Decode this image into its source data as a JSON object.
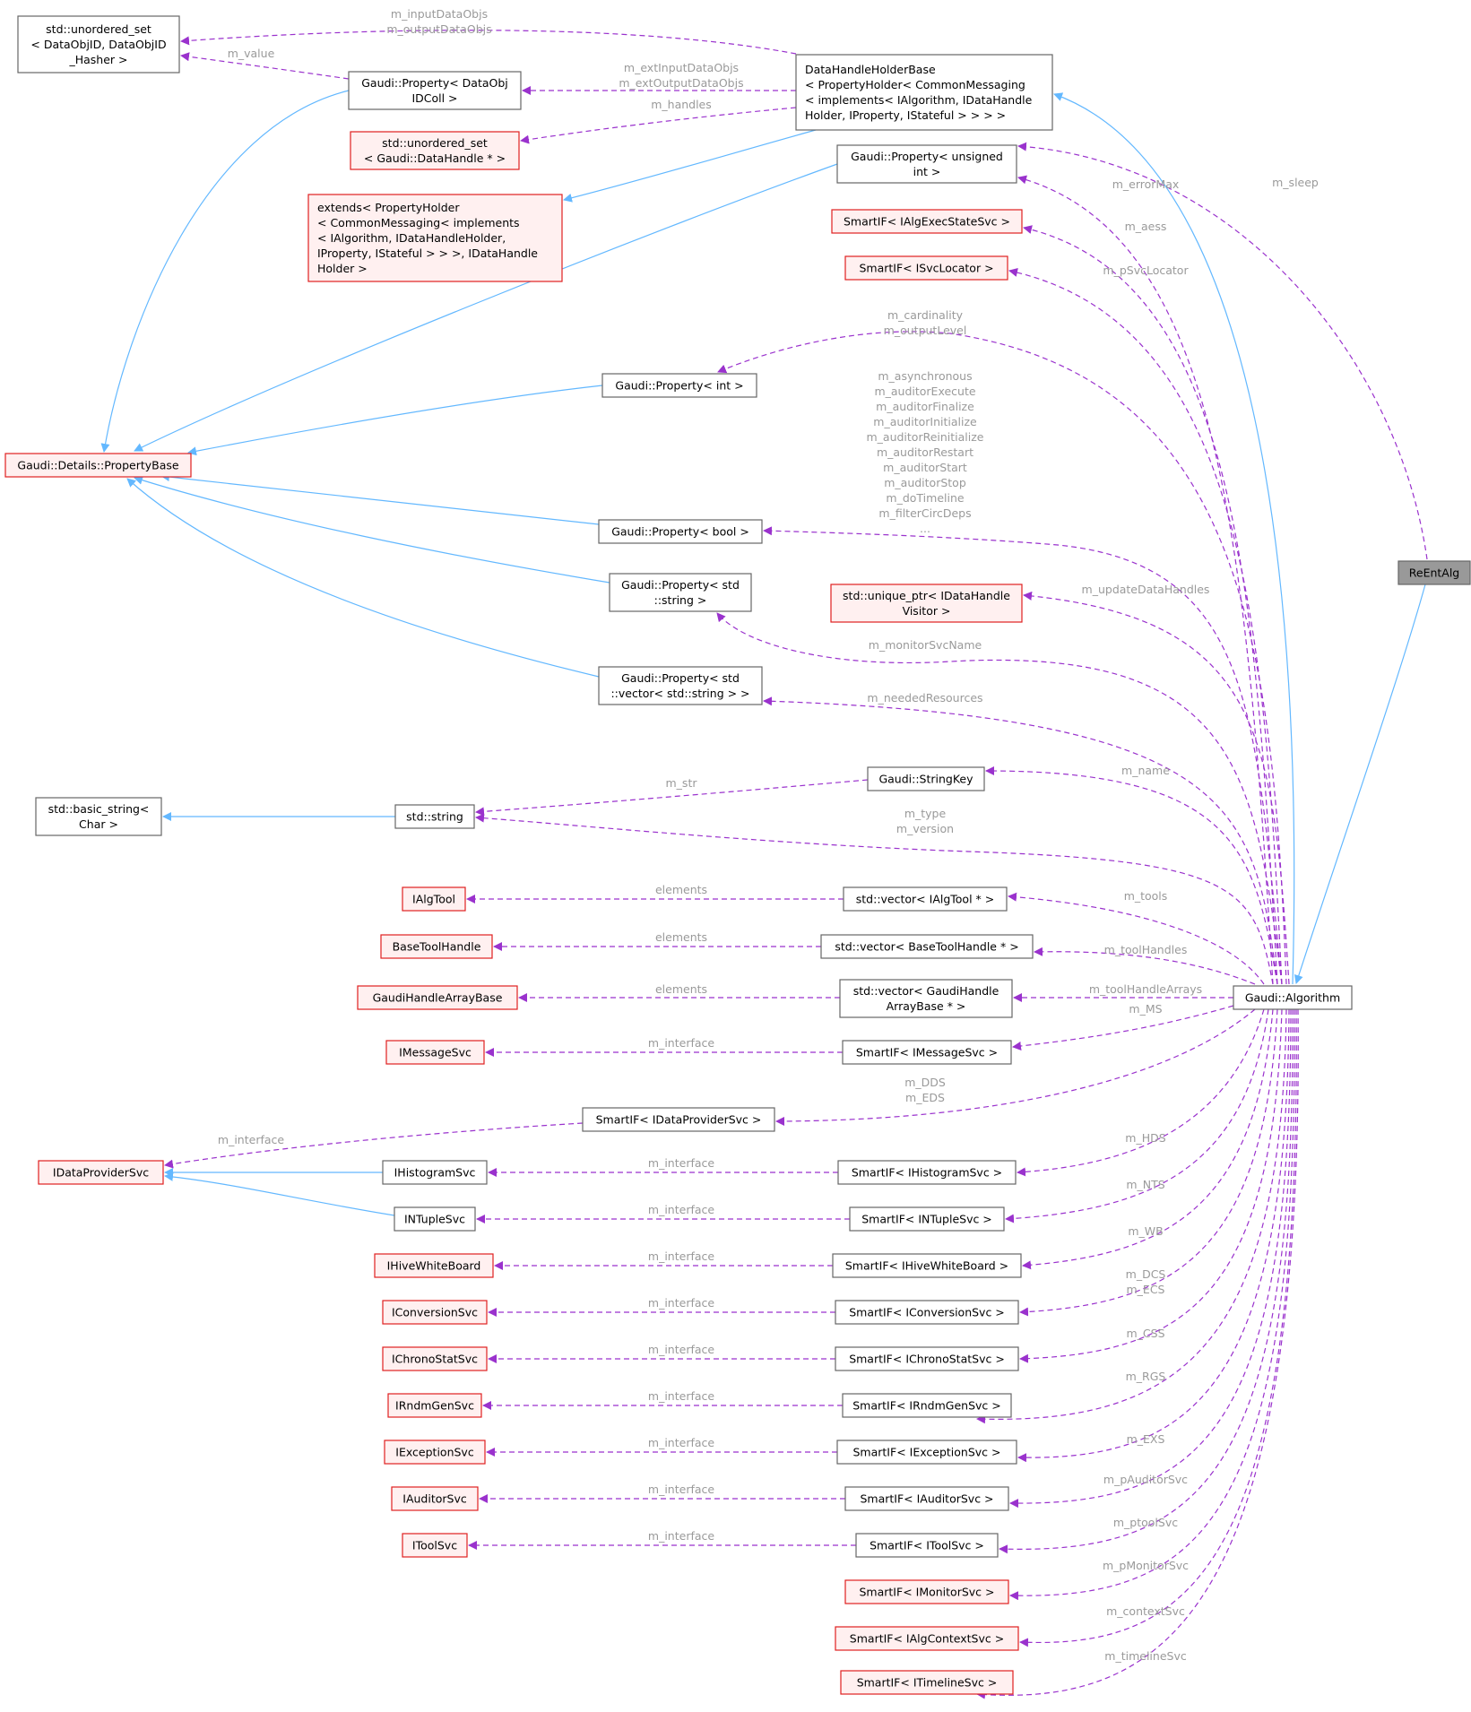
{
  "nodes": [
    {
      "id": "dataobjid_set",
      "kind": "plain",
      "lines": [
        "std::unordered_set",
        "< DataObjID, DataObjID",
        "_Hasher >"
      ]
    },
    {
      "id": "prop_dataobjidcoll",
      "kind": "plain",
      "lines": [
        "Gaudi::Property< DataObj",
        "IDColl >"
      ]
    },
    {
      "id": "datahandleholderbase",
      "kind": "plain",
      "lines": [
        "DataHandleHolderBase",
        "< PropertyHolder< CommonMessaging",
        "< implements< IAlgorithm, IDataHandle",
        "Holder, IProperty, IStateful > > > >"
      ]
    },
    {
      "id": "datahandle_set",
      "kind": "red",
      "lines": [
        "std::unordered_set",
        "< Gaudi::DataHandle * >"
      ]
    },
    {
      "id": "extends_ph",
      "kind": "red",
      "lines": [
        "extends< PropertyHolder",
        "< CommonMessaging< implements",
        "< IAlgorithm, IDataHandleHolder,",
        "IProperty, IStateful > > >, IDataHandle",
        "Holder >"
      ]
    },
    {
      "id": "prop_unsigned",
      "kind": "plain",
      "lines": [
        "Gaudi::Property< unsigned",
        "int >"
      ]
    },
    {
      "id": "smartif_algexec",
      "kind": "red",
      "lines": [
        "SmartIF< IAlgExecStateSvc >"
      ]
    },
    {
      "id": "smartif_svclocator",
      "kind": "red",
      "lines": [
        "SmartIF< ISvcLocator >"
      ]
    },
    {
      "id": "propertybase",
      "kind": "red",
      "lines": [
        "Gaudi::Details::PropertyBase"
      ]
    },
    {
      "id": "prop_int",
      "kind": "plain",
      "lines": [
        "Gaudi::Property< int >"
      ]
    },
    {
      "id": "prop_bool",
      "kind": "plain",
      "lines": [
        "Gaudi::Property< bool >"
      ]
    },
    {
      "id": "prop_string",
      "kind": "plain",
      "lines": [
        "Gaudi::Property< std",
        "::string >"
      ]
    },
    {
      "id": "uniqueptr_visitor",
      "kind": "red",
      "lines": [
        "std::unique_ptr< IDataHandle",
        "Visitor >"
      ]
    },
    {
      "id": "prop_vecstring",
      "kind": "plain",
      "lines": [
        "Gaudi::Property< std",
        "::vector< std::string > >"
      ]
    },
    {
      "id": "reentalg",
      "kind": "focus",
      "lines": [
        "ReEntAlg"
      ]
    },
    {
      "id": "stringkey",
      "kind": "plain",
      "lines": [
        "Gaudi::StringKey"
      ]
    },
    {
      "id": "basic_string",
      "kind": "plain",
      "lines": [
        "std::basic_string<",
        "Char >"
      ]
    },
    {
      "id": "std_string",
      "kind": "plain",
      "lines": [
        "std::string"
      ]
    },
    {
      "id": "ialgtool",
      "kind": "red",
      "lines": [
        "IAlgTool"
      ]
    },
    {
      "id": "vec_ialgtool",
      "kind": "plain",
      "lines": [
        "std::vector< IAlgTool * >"
      ]
    },
    {
      "id": "basetoolhandle",
      "kind": "red",
      "lines": [
        "BaseToolHandle"
      ]
    },
    {
      "id": "vec_basetoolhandle",
      "kind": "plain",
      "lines": [
        "std::vector< BaseToolHandle * >"
      ]
    },
    {
      "id": "gaudihandlearraybase",
      "kind": "red",
      "lines": [
        "GaudiHandleArrayBase"
      ]
    },
    {
      "id": "vec_gaudihandlearray",
      "kind": "plain",
      "lines": [
        "std::vector< GaudiHandle",
        "ArrayBase * >"
      ]
    },
    {
      "id": "algorithm",
      "kind": "plain",
      "lines": [
        "Gaudi::Algorithm"
      ]
    },
    {
      "id": "imessagesvc",
      "kind": "red",
      "lines": [
        "IMessageSvc"
      ]
    },
    {
      "id": "smartif_messagesvc",
      "kind": "plain",
      "lines": [
        "SmartIF< IMessageSvc >"
      ]
    },
    {
      "id": "smartif_dataprovidersvc",
      "kind": "plain",
      "lines": [
        "SmartIF< IDataProviderSvc >"
      ]
    },
    {
      "id": "idataprovidersvc",
      "kind": "red",
      "lines": [
        "IDataProviderSvc"
      ]
    },
    {
      "id": "ihistogramsvc",
      "kind": "plain",
      "lines": [
        "IHistogramSvc"
      ]
    },
    {
      "id": "smartif_histogramsvc",
      "kind": "plain",
      "lines": [
        "SmartIF< IHistogramSvc >"
      ]
    },
    {
      "id": "intuplesvc",
      "kind": "plain",
      "lines": [
        "INTupleSvc"
      ]
    },
    {
      "id": "smartif_ntuplesvc",
      "kind": "plain",
      "lines": [
        "SmartIF< INTupleSvc >"
      ]
    },
    {
      "id": "ihivewhiteboard",
      "kind": "red",
      "lines": [
        "IHiveWhiteBoard"
      ]
    },
    {
      "id": "smartif_hivewhiteboard",
      "kind": "plain",
      "lines": [
        "SmartIF< IHiveWhiteBoard >"
      ]
    },
    {
      "id": "iconversionsvc",
      "kind": "red",
      "lines": [
        "IConversionSvc"
      ]
    },
    {
      "id": "smartif_conversionsvc",
      "kind": "plain",
      "lines": [
        "SmartIF< IConversionSvc >"
      ]
    },
    {
      "id": "ichronostatsvc",
      "kind": "red",
      "lines": [
        "IChronoStatSvc"
      ]
    },
    {
      "id": "smartif_chronostatsvc",
      "kind": "plain",
      "lines": [
        "SmartIF< IChronoStatSvc >"
      ]
    },
    {
      "id": "irndmgensvc",
      "kind": "red",
      "lines": [
        "IRndmGenSvc"
      ]
    },
    {
      "id": "smartif_rndmgensvc",
      "kind": "plain",
      "lines": [
        "SmartIF< IRndmGenSvc >"
      ]
    },
    {
      "id": "iexceptionsvc",
      "kind": "red",
      "lines": [
        "IExceptionSvc"
      ]
    },
    {
      "id": "smartif_exceptionsvc",
      "kind": "plain",
      "lines": [
        "SmartIF< IExceptionSvc >"
      ]
    },
    {
      "id": "iauditorsvc",
      "kind": "red",
      "lines": [
        "IAuditorSvc"
      ]
    },
    {
      "id": "smartif_auditorsvc",
      "kind": "plain",
      "lines": [
        "SmartIF< IAuditorSvc >"
      ]
    },
    {
      "id": "itoolsvc",
      "kind": "red",
      "lines": [
        "IToolSvc"
      ]
    },
    {
      "id": "smartif_toolsvc",
      "kind": "plain",
      "lines": [
        "SmartIF< IToolSvc >"
      ]
    },
    {
      "id": "smartif_monitorsvc",
      "kind": "red",
      "lines": [
        "SmartIF< IMonitorSvc >"
      ]
    },
    {
      "id": "smartif_algcontextsvc",
      "kind": "red",
      "lines": [
        "SmartIF< IAlgContextSvc >"
      ]
    },
    {
      "id": "smartif_timelinesvc",
      "kind": "red",
      "lines": [
        "SmartIF< ITimelineSvc >"
      ]
    }
  ],
  "edges": [
    {
      "id": "e_pbase_coll",
      "kind": "inherit",
      "from": "prop_dataobjidcoll",
      "to": "propertybase",
      "label": []
    },
    {
      "id": "e_pbase_unsigned",
      "kind": "inherit",
      "from": "prop_unsigned",
      "to": "propertybase",
      "label": []
    },
    {
      "id": "e_pbase_int",
      "kind": "inherit",
      "from": "prop_int",
      "to": "propertybase",
      "label": []
    },
    {
      "id": "e_pbase_bool",
      "kind": "inherit",
      "from": "prop_bool",
      "to": "propertybase",
      "label": []
    },
    {
      "id": "e_pbase_string",
      "kind": "inherit",
      "from": "prop_string",
      "to": "propertybase",
      "label": []
    },
    {
      "id": "e_pbase_vecstring",
      "kind": "inherit",
      "from": "prop_vecstring",
      "to": "propertybase",
      "label": []
    },
    {
      "id": "e_extends_dhhb",
      "kind": "inherit",
      "from": "datahandleholderbase",
      "to": "extends_ph",
      "label": []
    },
    {
      "id": "e_dhhb_alg",
      "kind": "inherit",
      "from": "algorithm",
      "to": "datahandleholderbase",
      "label": []
    },
    {
      "id": "e_alg_reent",
      "kind": "inherit",
      "from": "reentalg",
      "to": "algorithm",
      "label": []
    },
    {
      "id": "e_bstr_str",
      "kind": "inherit",
      "from": "std_string",
      "to": "basic_string",
      "label": []
    },
    {
      "id": "e_dps_hist",
      "kind": "inherit",
      "from": "ihistogramsvc",
      "to": "idataprovidersvc",
      "label": []
    },
    {
      "id": "e_dps_ntuple",
      "kind": "inherit",
      "from": "intuplesvc",
      "to": "idataprovidersvc",
      "label": []
    },
    {
      "id": "u_dhhb_set",
      "kind": "use",
      "from": "datahandleholderbase",
      "to": "dataobjid_set",
      "label": [
        "m_inputDataObjs",
        "m_outputDataObjs"
      ]
    },
    {
      "id": "u_coll_set",
      "kind": "use",
      "from": "prop_dataobjidcoll",
      "to": "dataobjid_set",
      "label": [
        "m_value"
      ]
    },
    {
      "id": "u_dhhb_coll",
      "kind": "use",
      "from": "datahandleholderbase",
      "to": "prop_dataobjidcoll",
      "label": [
        "m_extInputDataObjs",
        "m_extOutputDataObjs"
      ]
    },
    {
      "id": "u_dhhb_handles",
      "kind": "use",
      "from": "datahandleholderbase",
      "to": "datahandle_set",
      "label": [
        "m_handles"
      ]
    },
    {
      "id": "u_reent_sleep",
      "kind": "use",
      "from": "reentalg",
      "to": "prop_unsigned",
      "label": [
        "m_sleep"
      ]
    },
    {
      "id": "u_alg_errormax",
      "kind": "use",
      "from": "algorithm",
      "to": "prop_unsigned",
      "label": [
        "m_errorMax"
      ]
    },
    {
      "id": "u_alg_aess",
      "kind": "use",
      "from": "algorithm",
      "to": "smartif_algexec",
      "label": [
        "m_aess"
      ]
    },
    {
      "id": "u_alg_svcloc",
      "kind": "use",
      "from": "algorithm",
      "to": "smartif_svclocator",
      "label": [
        "m_pSvcLocator"
      ]
    },
    {
      "id": "u_alg_int",
      "kind": "use",
      "from": "algorithm",
      "to": "prop_int",
      "label": [
        "m_cardinality",
        "m_outputLevel"
      ]
    },
    {
      "id": "u_alg_bool",
      "kind": "use",
      "from": "algorithm",
      "to": "prop_bool",
      "label": [
        "m_asynchronous",
        "m_auditorExecute",
        "m_auditorFinalize",
        "m_auditorInitialize",
        "m_auditorReinitialize",
        "m_auditorRestart",
        "m_auditorStart",
        "m_auditorStop",
        "m_doTimeline",
        "m_filterCircDeps",
        "..."
      ]
    },
    {
      "id": "u_alg_visitor",
      "kind": "use",
      "from": "algorithm",
      "to": "uniqueptr_visitor",
      "label": [
        "m_updateDataHandles"
      ]
    },
    {
      "id": "u_alg_string",
      "kind": "use",
      "from": "algorithm",
      "to": "prop_string",
      "label": [
        "m_monitorSvcName"
      ]
    },
    {
      "id": "u_alg_vecstring",
      "kind": "use",
      "from": "algorithm",
      "to": "prop_vecstring",
      "label": [
        "m_neededResources"
      ]
    },
    {
      "id": "u_alg_name",
      "kind": "use",
      "from": "algorithm",
      "to": "stringkey",
      "label": [
        "m_name"
      ]
    },
    {
      "id": "u_sk_str",
      "kind": "use",
      "from": "stringkey",
      "to": "std_string",
      "label": [
        "m_str"
      ]
    },
    {
      "id": "u_alg_type",
      "kind": "use",
      "from": "algorithm",
      "to": "std_string",
      "label": [
        "m_type",
        "m_version"
      ]
    },
    {
      "id": "u_vat_ialgtool",
      "kind": "use",
      "from": "vec_ialgtool",
      "to": "ialgtool",
      "label": [
        "elements"
      ]
    },
    {
      "id": "u_alg_tools",
      "kind": "use",
      "from": "algorithm",
      "to": "vec_ialgtool",
      "label": [
        "m_tools"
      ]
    },
    {
      "id": "u_vbth_bth",
      "kind": "use",
      "from": "vec_basetoolhandle",
      "to": "basetoolhandle",
      "label": [
        "elements"
      ]
    },
    {
      "id": "u_alg_toolhandles",
      "kind": "use",
      "from": "algorithm",
      "to": "vec_basetoolhandle",
      "label": [
        "m_toolHandles"
      ]
    },
    {
      "id": "u_vgha_gha",
      "kind": "use",
      "from": "vec_gaudihandlearray",
      "to": "gaudihandlearraybase",
      "label": [
        "elements"
      ]
    },
    {
      "id": "u_alg_tharrays",
      "kind": "use",
      "from": "algorithm",
      "to": "vec_gaudihandlearray",
      "label": [
        "m_toolHandleArrays"
      ]
    },
    {
      "id": "u_sms_ims",
      "kind": "use",
      "from": "smartif_messagesvc",
      "to": "imessagesvc",
      "label": [
        "m_interface"
      ]
    },
    {
      "id": "u_alg_ms",
      "kind": "use",
      "from": "algorithm",
      "to": "smartif_messagesvc",
      "label": [
        "m_MS"
      ]
    },
    {
      "id": "u_sdps_idps",
      "kind": "use",
      "from": "smartif_dataprovidersvc",
      "to": "idataprovidersvc",
      "label": [
        "m_interface"
      ]
    },
    {
      "id": "u_alg_dds",
      "kind": "use",
      "from": "algorithm",
      "to": "smartif_dataprovidersvc",
      "label": [
        "m_DDS",
        "m_EDS"
      ]
    },
    {
      "id": "u_shs_ihs",
      "kind": "use",
      "from": "smartif_histogramsvc",
      "to": "ihistogramsvc",
      "label": [
        "m_interface"
      ]
    },
    {
      "id": "u_alg_hds",
      "kind": "use",
      "from": "algorithm",
      "to": "smartif_histogramsvc",
      "label": [
        "m_HDS"
      ]
    },
    {
      "id": "u_sns_ins",
      "kind": "use",
      "from": "smartif_ntuplesvc",
      "to": "intuplesvc",
      "label": [
        "m_interface"
      ]
    },
    {
      "id": "u_alg_nts",
      "kind": "use",
      "from": "algorithm",
      "to": "smartif_ntuplesvc",
      "label": [
        "m_NTS"
      ]
    },
    {
      "id": "u_swb_iwb",
      "kind": "use",
      "from": "smartif_hivewhiteboard",
      "to": "ihivewhiteboard",
      "label": [
        "m_interface"
      ]
    },
    {
      "id": "u_alg_wb",
      "kind": "use",
      "from": "algorithm",
      "to": "smartif_hivewhiteboard",
      "label": [
        "m_WB"
      ]
    },
    {
      "id": "u_scs_ics",
      "kind": "use",
      "from": "smartif_conversionsvc",
      "to": "iconversionsvc",
      "label": [
        "m_interface"
      ]
    },
    {
      "id": "u_alg_dcs",
      "kind": "use",
      "from": "algorithm",
      "to": "smartif_conversionsvc",
      "label": [
        "m_DCS",
        "m_ECS"
      ]
    },
    {
      "id": "u_scss_icss",
      "kind": "use",
      "from": "smartif_chronostatsvc",
      "to": "ichronostatsvc",
      "label": [
        "m_interface"
      ]
    },
    {
      "id": "u_alg_css",
      "kind": "use",
      "from": "algorithm",
      "to": "smartif_chronostatsvc",
      "label": [
        "m_CSS"
      ]
    },
    {
      "id": "u_srgs_irgs",
      "kind": "use",
      "from": "smartif_rndmgensvc",
      "to": "irndmgensvc",
      "label": [
        "m_interface"
      ]
    },
    {
      "id": "u_alg_rgs",
      "kind": "use",
      "from": "algorithm",
      "to": "smartif_rndmgensvc",
      "label": [
        "m_RGS"
      ]
    },
    {
      "id": "u_ses_ies",
      "kind": "use",
      "from": "smartif_exceptionsvc",
      "to": "iexceptionsvc",
      "label": [
        "m_interface"
      ]
    },
    {
      "id": "u_alg_exs",
      "kind": "use",
      "from": "algorithm",
      "to": "smartif_exceptionsvc",
      "label": [
        "m_EXS"
      ]
    },
    {
      "id": "u_sas_ias",
      "kind": "use",
      "from": "smartif_auditorsvc",
      "to": "iauditorsvc",
      "label": [
        "m_interface"
      ]
    },
    {
      "id": "u_alg_aud",
      "kind": "use",
      "from": "algorithm",
      "to": "smartif_auditorsvc",
      "label": [
        "m_pAuditorSvc"
      ]
    },
    {
      "id": "u_sts_its",
      "kind": "use",
      "from": "smartif_toolsvc",
      "to": "itoolsvc",
      "label": [
        "m_interface"
      ]
    },
    {
      "id": "u_alg_tool",
      "kind": "use",
      "from": "algorithm",
      "to": "smartif_toolsvc",
      "label": [
        "m_ptoolSvc"
      ]
    },
    {
      "id": "u_alg_mon",
      "kind": "use",
      "from": "algorithm",
      "to": "smartif_monitorsvc",
      "label": [
        "m_pMonitorSvc"
      ]
    },
    {
      "id": "u_alg_ctx",
      "kind": "use",
      "from": "algorithm",
      "to": "smartif_algcontextsvc",
      "label": [
        "m_contextSvc"
      ]
    },
    {
      "id": "u_alg_tl",
      "kind": "use",
      "from": "algorithm",
      "to": "smartif_timelinesvc",
      "label": [
        "m_timelineSvc"
      ]
    }
  ]
}
